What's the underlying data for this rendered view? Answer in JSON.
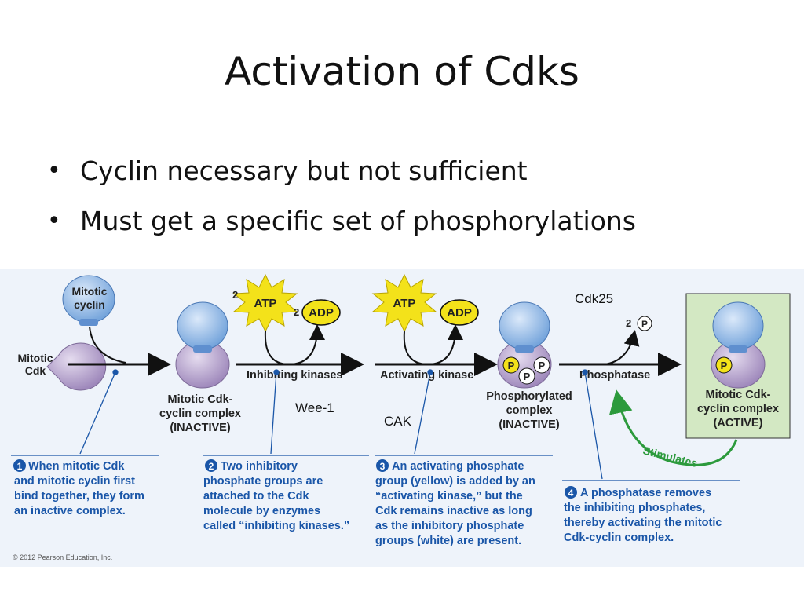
{
  "slide": {
    "title": "Activation of Cdks",
    "bullets": [
      "Cyclin necessary but not sufficient",
      "Must get a specific set of phosphorylations"
    ]
  },
  "diagram": {
    "mitotic_cyclin": [
      "Mitotic",
      "cyclin"
    ],
    "mitotic_cdk": [
      "Mitotic",
      "Cdk"
    ],
    "atp": "ATP",
    "adp": "ADP",
    "count_two": "2",
    "p": "P",
    "inhibiting_kinases": "Inhibiting kinases",
    "activating_kinase": "Activating kinase",
    "phosphatase": "Phosphatase",
    "stimulates": "Stimulates",
    "complex_inactive": [
      "Mitotic Cdk-",
      "cyclin complex",
      "(INACTIVE)"
    ],
    "phosphorylated_complex": [
      "Phosphorylated",
      "complex",
      "(INACTIVE)"
    ],
    "complex_active": [
      "Mitotic Cdk-",
      "cyclin complex",
      "(ACTIVE)"
    ],
    "annotations": {
      "wee1": "Wee-1",
      "cak": "CAK",
      "cdk25": "Cdk25"
    },
    "steps": [
      {
        "num": "1",
        "lines": [
          "When mitotic Cdk",
          "and mitotic cyclin first",
          "bind together, they form",
          "an inactive complex."
        ]
      },
      {
        "num": "2",
        "lines": [
          "Two inhibitory",
          "phosphate groups are",
          "attached to the Cdk",
          "molecule by enzymes",
          "called “inhibiting kinases.”"
        ]
      },
      {
        "num": "3",
        "lines": [
          "An activating phosphate",
          "group (yellow) is added by an",
          "“activating kinase,” but the",
          "Cdk remains inactive as long",
          "as the inhibitory phosphate",
          "groups (white) are present."
        ]
      },
      {
        "num": "4",
        "lines": [
          "A phosphatase removes",
          "the inhibiting phosphates,",
          "thereby activating the mitotic",
          "Cdk-cyclin complex."
        ]
      }
    ],
    "copyright": "© 2012 Pearson Education, Inc."
  },
  "colors": {
    "cyclin_blue": "#8fb6e6",
    "cdk_purple": "#b9a6cf",
    "atp_yellow": "#f3e21a",
    "active_box": "#d3e8c3",
    "stimulate_green": "#2c9a3c",
    "caption_blue": "#1a56a8"
  }
}
